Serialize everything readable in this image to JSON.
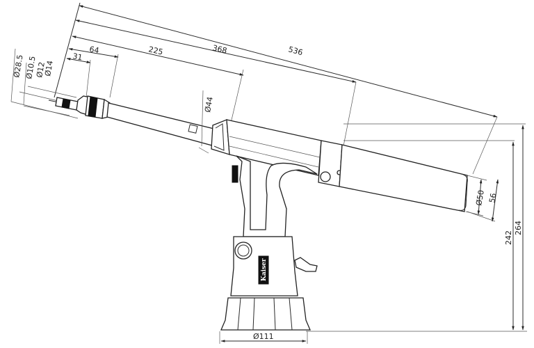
{
  "drawing": {
    "subject": "pneumatic rivet tool side view with dimensions",
    "brand_label": "Kaiser",
    "units": "mm",
    "line_color": "#222222",
    "background": "#ffffff"
  },
  "dimensions": {
    "nozzle_diameters": [
      {
        "id": "d28_5",
        "label": "Ø28.5"
      },
      {
        "id": "d10_5",
        "label": "Ø10.5"
      },
      {
        "id": "d12",
        "label": "Ø12"
      },
      {
        "id": "d14",
        "label": "Ø14"
      }
    ],
    "lengths": [
      {
        "id": "l31",
        "label": "31"
      },
      {
        "id": "l64",
        "label": "64"
      },
      {
        "id": "l225",
        "label": "225"
      },
      {
        "id": "l368",
        "label": "368"
      },
      {
        "id": "l536",
        "label": "536"
      }
    ],
    "head_diameter": {
      "label": "Ø44"
    },
    "cylinder_diameter": {
      "label": "Ø50"
    },
    "cylinder_outer": {
      "label": "56"
    },
    "height_242": {
      "label": "242"
    },
    "height_264": {
      "label": "264"
    },
    "base_diameter": {
      "label": "Ø111"
    }
  }
}
